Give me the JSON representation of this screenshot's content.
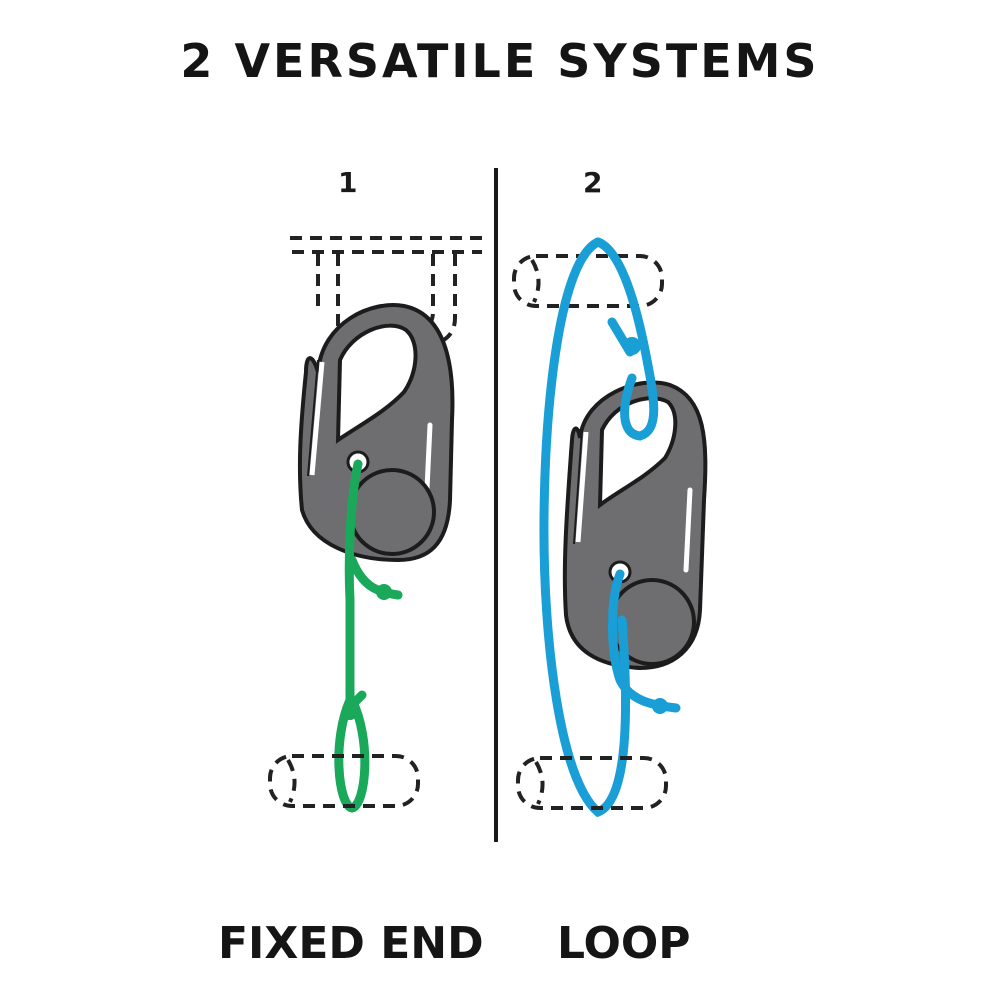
{
  "title": "2 VERSATILE SYSTEMS",
  "systems": [
    {
      "number": "1",
      "label": "FIXED END",
      "cord_color": "#1aa85a",
      "icon": "carabiner-fixed-end-icon"
    },
    {
      "number": "2",
      "label": "LOOP",
      "cord_color": "#1a9ed6",
      "icon": "carabiner-loop-icon"
    }
  ],
  "colors": {
    "carabiner_fill": "#6e6e70",
    "outline": "#1c1c1c",
    "divider": "#1a1a1a",
    "green_cord": "#1aa85a",
    "blue_cord": "#1a9ed6"
  }
}
